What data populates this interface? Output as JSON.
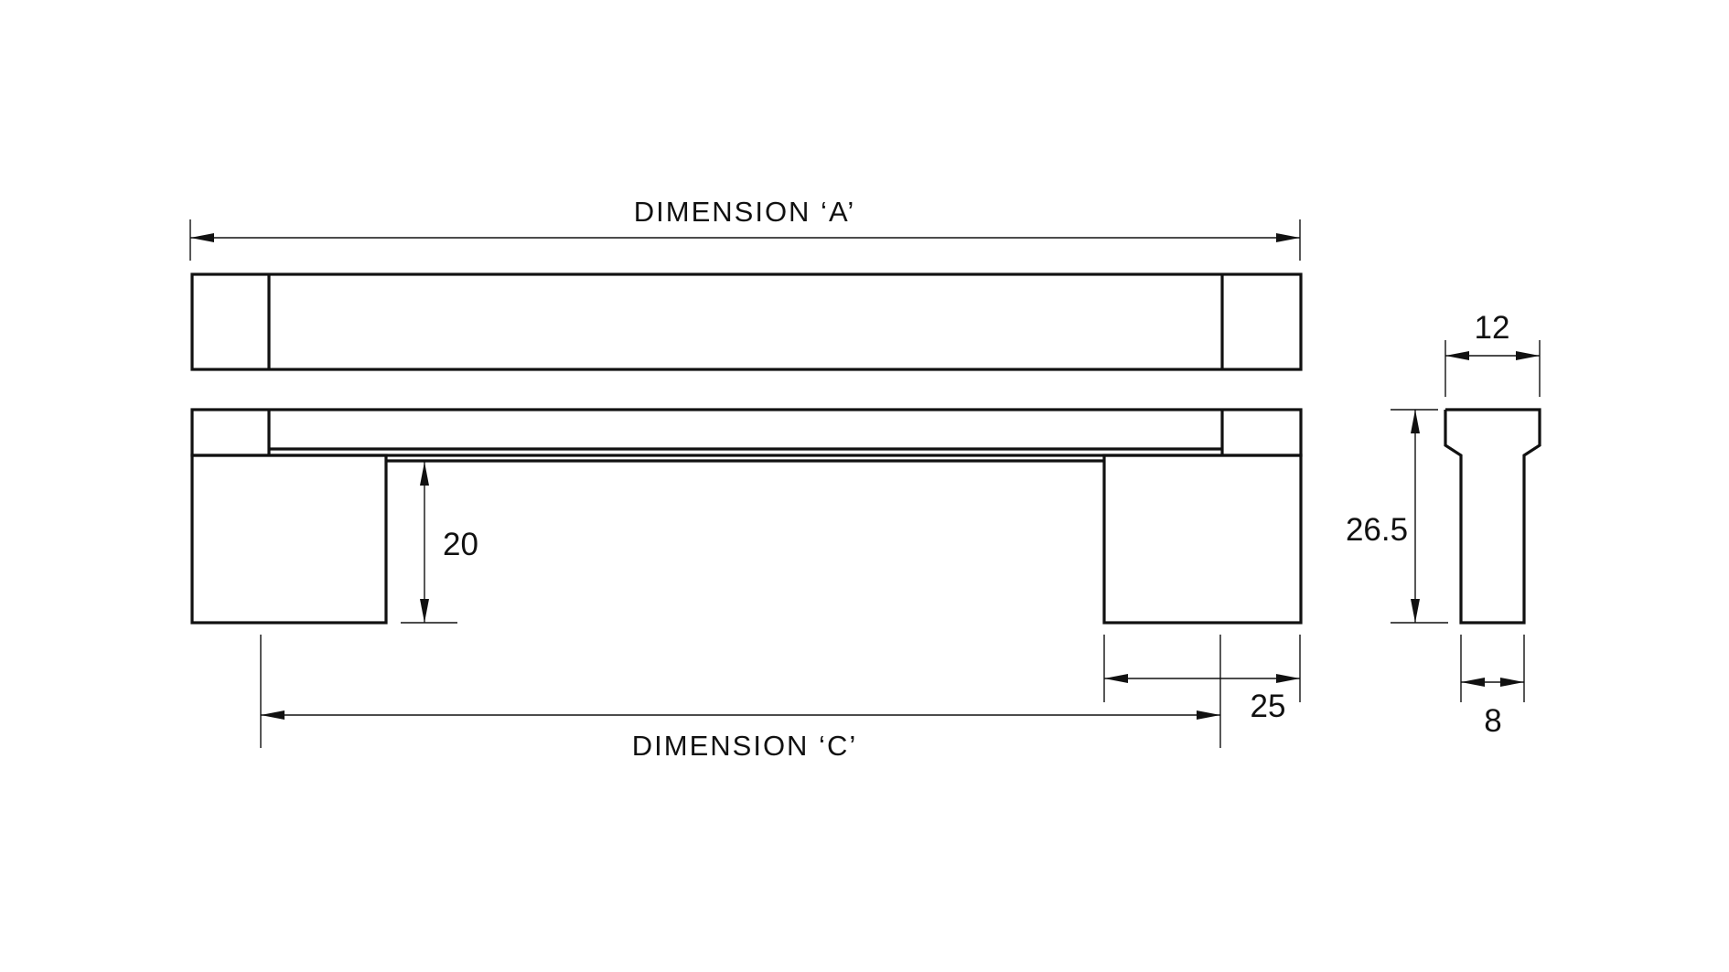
{
  "drawing": {
    "dimensions": {
      "overall_length": "DIMENSION ‘A’",
      "centres": "DIMENSION ‘C’",
      "leg_height": "20",
      "leg_width": "25",
      "profile_top_width": "12",
      "profile_height": "26.5",
      "profile_stem_width": "8"
    }
  },
  "colors": {
    "line": "#111111",
    "background": "#ffffff"
  }
}
